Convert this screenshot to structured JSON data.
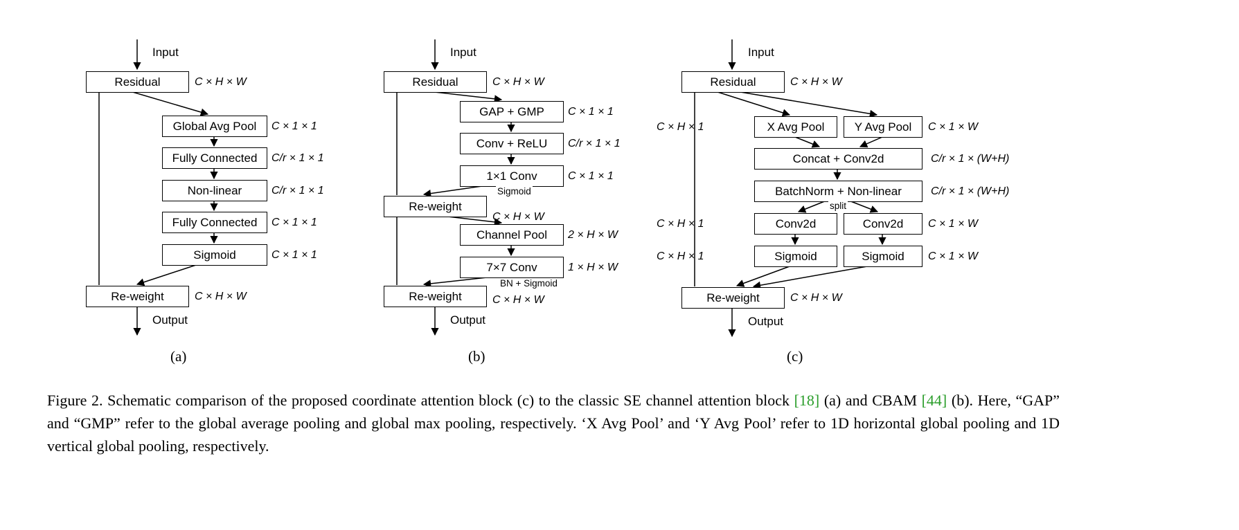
{
  "panel_a": {
    "tag": "(a)",
    "input": "Input",
    "output": "Output",
    "residual": {
      "label": "Residual",
      "dim": "C × H × W"
    },
    "stack": [
      {
        "label": "Global Avg Pool",
        "dim": "C × 1 × 1"
      },
      {
        "label": "Fully Connected",
        "dim": "C/r × 1 × 1"
      },
      {
        "label": "Non-linear",
        "dim": "C/r × 1 × 1"
      },
      {
        "label": "Fully Connected",
        "dim": "C × 1 × 1"
      },
      {
        "label": "Sigmoid",
        "dim": "C × 1 × 1"
      }
    ],
    "reweight": {
      "label": "Re-weight",
      "dim": "C × H × W"
    }
  },
  "panel_b": {
    "tag": "(b)",
    "input": "Input",
    "output": "Output",
    "residual": {
      "label": "Residual",
      "dim": "C × H × W"
    },
    "channel_stack": [
      {
        "label": "GAP + GMP",
        "dim": "C × 1 × 1"
      },
      {
        "label": "Conv + ReLU",
        "dim": "C/r × 1 × 1"
      },
      {
        "label": "1×1 Conv",
        "dim": "C × 1 × 1"
      }
    ],
    "sigmoid_note": "Sigmoid",
    "reweight1": {
      "label": "Re-weight",
      "dim": "C × H × W"
    },
    "spatial_stack": [
      {
        "label": "Channel Pool",
        "dim": "2 × H × W"
      },
      {
        "label": "7×7 Conv",
        "dim": "1 × H × W"
      }
    ],
    "bn_sigmoid_note": "BN + Sigmoid",
    "reweight2": {
      "label": "Re-weight",
      "dim": "C × H × W"
    }
  },
  "panel_c": {
    "tag": "(c)",
    "input": "Input",
    "output": "Output",
    "residual": {
      "label": "Residual",
      "dim": "C × H × W"
    },
    "x_pool": {
      "label": "X Avg Pool",
      "dim": "C × H × 1"
    },
    "y_pool": {
      "label": "Y Avg Pool",
      "dim": "C × 1 × W"
    },
    "concat": {
      "label": "Concat + Conv2d",
      "dim": "C/r × 1 × (W+H)"
    },
    "batchnorm": {
      "label": "BatchNorm + Non-linear",
      "dim": "C/r × 1 × (W+H)"
    },
    "split_note": "split",
    "conv_left": {
      "label": "Conv2d",
      "dim": "C × H × 1"
    },
    "conv_right": {
      "label": "Conv2d",
      "dim": "C × 1 × W"
    },
    "sigmoid_left": {
      "label": "Sigmoid",
      "dim": "C × H × 1"
    },
    "sigmoid_right": {
      "label": "Sigmoid",
      "dim": "C × 1 × W"
    },
    "reweight": {
      "label": "Re-weight",
      "dim": "C × H × W"
    }
  },
  "caption": {
    "part1": "Figure 2. Schematic comparison of the proposed coordinate attention block (c) to the classic SE channel attention block ",
    "cite1": "[18]",
    "part2": " (a) and CBAM ",
    "cite2": "[44]",
    "part3": " (b). Here, “GAP” and “GMP” refer to the global average pooling and global max pooling, respectively. ‘X Avg Pool’ and ‘Y Avg Pool’ refer to 1D horizontal global pooling and 1D vertical global pooling, respectively.",
    "link_color": "#2a9d2a"
  }
}
